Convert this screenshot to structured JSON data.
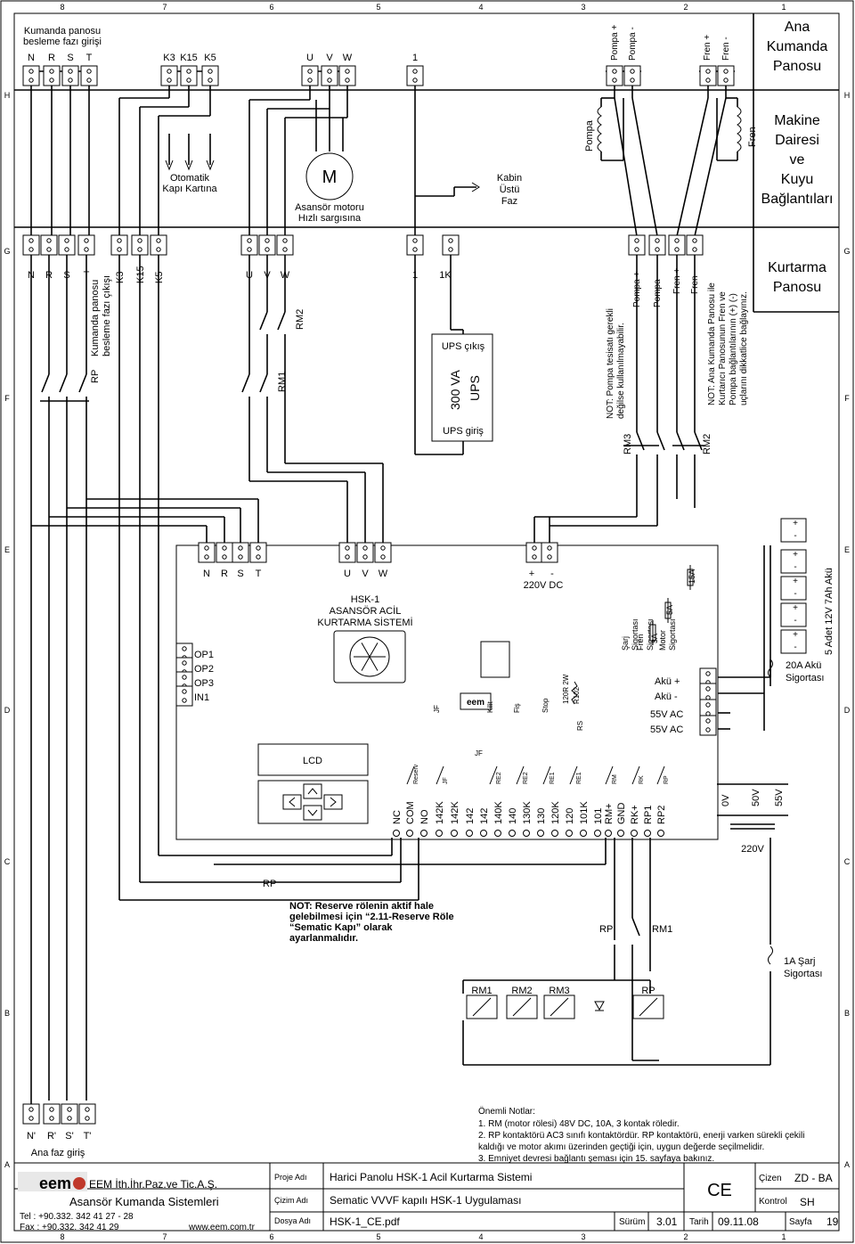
{
  "grid": {
    "cols": [
      "8",
      "7",
      "6",
      "5",
      "4",
      "3",
      "2",
      "1"
    ],
    "rows": [
      "H",
      "G",
      "F",
      "E",
      "D",
      "C",
      "B",
      "A"
    ]
  },
  "titles": {
    "ana": [
      "Ana",
      "Kumanda",
      "Panosu"
    ],
    "makine": [
      "Makine",
      "Dairesi",
      "ve",
      "Kuyu",
      "Bağlantıları"
    ],
    "kurtarma": [
      "Kurtarma",
      "Panosu"
    ]
  },
  "top": {
    "besleme": [
      "Kumanda panosu",
      "besleme fazı girişi"
    ],
    "nrst": [
      "N",
      "R",
      "S",
      "T"
    ],
    "k": [
      "K3",
      "K15",
      "K5"
    ],
    "uvw": [
      "U",
      "V",
      "W"
    ],
    "one": "1",
    "pompa_p": "Pompa +",
    "pompa_m": "Pompa -",
    "fren_p": "Fren +",
    "fren_m": "Fren -",
    "pompa": "Pompa",
    "fren": "Fren",
    "otomatik": [
      "Otomatik",
      "Kapı Kartına"
    ],
    "motor_m": "M",
    "motor": [
      "Asansör motoru",
      "Hızlı sargısına"
    ],
    "kabin": [
      "Kabin",
      "Üstü",
      "Faz"
    ]
  },
  "mid": {
    "nrst": [
      "N",
      "R",
      "S",
      "T"
    ],
    "k": [
      "K3",
      "K15",
      "K5"
    ],
    "uvw": [
      "U",
      "V",
      "W"
    ],
    "one": "1",
    "onek": "1K",
    "besleme_cikisi": [
      "Kumanda panosu",
      "besleme fazı çıkışı"
    ],
    "rp": "RP",
    "rm1": "RM1",
    "rm2": "RM2",
    "rm3": "RM3",
    "ups_cikis": "UPS çıkış",
    "ups_giris": "UPS giriş",
    "ups": [
      "300 VA",
      "UPS"
    ],
    "pompa_note": [
      "NOT: Pompa tesisatı gerekli",
      "değilse kullanılmayabilir."
    ],
    "pompa_p": "Pompa +",
    "pompa_m": "Pompa -",
    "fren_p": "Fren +",
    "fren_m": "Fren -",
    "note": [
      "NOT: Ana Kumanda Panosu ile",
      "Kurtarıcı Panosunun Fren ve",
      "Pompa bağlantılarının (+) (-)",
      "uçlarını dikkatlice bağlayınız."
    ]
  },
  "board": {
    "nrst": [
      "N",
      "R",
      "S",
      "T"
    ],
    "uvw": [
      "U",
      "V",
      "W"
    ],
    "plus": "+",
    "minus": "-",
    "dc": "220V DC",
    "title": [
      "HSK-1",
      "ASANSÖR ACİL",
      "KURTARMA SİSTEMİ"
    ],
    "ops": [
      "OP1",
      "OP2",
      "OP3",
      "IN1"
    ],
    "lcd": "LCD",
    "fuse_names": [
      [
        "Şarj",
        "Sigortası"
      ],
      [
        "Fren",
        "Sigortası"
      ],
      [
        "Motor",
        "Sigortası"
      ]
    ],
    "fuse_vals": [
      "3A",
      "5A",
      "15A"
    ],
    "aku_p": "Akü +",
    "aku_m": "Akü -",
    "ac1": "55V AC",
    "ac2": "55V AC",
    "resistor": [
      "120R 2W",
      "R102"
    ],
    "rs": "RS",
    "inputs": [
      "JF",
      "Kilit",
      "Fiş",
      "Stop"
    ],
    "logo": "eem",
    "relays": [
      "Reserv",
      "JF",
      "RE2",
      "RE2",
      "RE1",
      "RE1",
      "RM",
      "RK",
      "RP"
    ],
    "bottom_terms": [
      "NC",
      "COM",
      "NO",
      "142K",
      "142K",
      "142",
      "142",
      "140K",
      "140",
      "130K",
      "130",
      "120K",
      "120",
      "101K",
      "101",
      "RM+",
      "GND",
      "RK+",
      "RP1",
      "RP2"
    ],
    "jf": "JF",
    "rp_coil": "RP"
  },
  "right": {
    "battery": "5 Adet 12V 7Ah Akü",
    "aku_fuse": [
      "20A Akü",
      "Sigortası"
    ],
    "tr_v": [
      "0V",
      "50V",
      "55V"
    ],
    "tr_220": "220V",
    "sarj_fuse": [
      "1A Şarj",
      "Sigortası"
    ]
  },
  "lower": {
    "note": [
      "NOT: Reserve rölenin aktif hale",
      "gelebilmesi için “2.11-Reserve Röle",
      "“Sematic Kapı” olarak",
      "ayarlanmalıdır."
    ],
    "rp": "RP",
    "rp2": "RP",
    "rm1": "RM1",
    "coils": [
      "RM1",
      "RM2",
      "RM3",
      "RP"
    ]
  },
  "bottom": {
    "nrst": [
      "N'",
      "R'",
      "S'",
      "T'"
    ],
    "ana_faz": "Ana faz giriş",
    "notes_title": "Önemli Notlar:",
    "notes": [
      "1. RM (motor rölesi) 48V DC, 10A, 3 kontak röledir.",
      "2. RP kontaktörü AC3 sınıfı kontaktördür. RP kontaktörü, enerji varken sürekli çekili",
      "kaldığı ve motor akımı üzerinden geçtiği için, uygun değerde seçilmelidir.",
      "3. Emniyet devresi bağlantı şeması için 15. sayfaya bakınız."
    ]
  },
  "titleblock": {
    "company1": "EEM İth.İhr.Paz.ve Tic.A.Ş.",
    "company2": "Asansör Kumanda Sistemleri",
    "logo": "eem",
    "tel": "Tel : +90.332. 342 41 27 - 28",
    "fax": "Fax : +90.332. 342 41 29",
    "web": "www.eem.com.tr",
    "proje_lbl": "Proje Adı",
    "proje": "Harici Panolu HSK-1 Acil Kurtarma Sistemi",
    "cizim_lbl": "Çizim Adı",
    "cizim": "Sematic VVVF kapılı HSK-1 Uygulaması",
    "dosya_lbl": "Dosya Adı",
    "dosya": "HSK-1_CE.pdf",
    "ce": "CE",
    "cizen_lbl": "Çizen",
    "cizen": "ZD - BA",
    "kontrol_lbl": "Kontrol",
    "kontrol": "SH",
    "surum_lbl": "Sürüm",
    "surum": "3.01",
    "tarih_lbl": "Tarih",
    "tarih": "09.11.08",
    "sayfa_lbl": "Sayfa",
    "sayfa": "19"
  }
}
